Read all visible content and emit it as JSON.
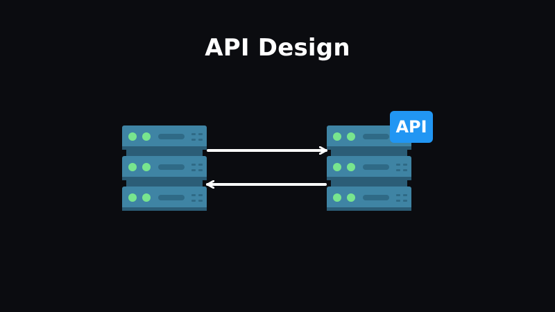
{
  "title": "API Design",
  "badge": {
    "label": "API"
  },
  "servers": [
    {
      "id": "client-server",
      "units": 3
    },
    {
      "id": "api-server",
      "units": 3
    }
  ],
  "arrows": [
    {
      "id": "request-arrow",
      "from": "client-server",
      "to": "api-server",
      "direction": "right"
    },
    {
      "id": "response-arrow",
      "from": "api-server",
      "to": "client-server",
      "direction": "left"
    }
  ],
  "colors": {
    "background": "#0b0c10",
    "server_body": "#3f84a4",
    "server_edge": "#2b5d77",
    "server_slot": "#2f6a86",
    "server_dot": "#78e58e",
    "arrow": "#ffffff",
    "badge": "#2196f3",
    "text": "#ffffff"
  }
}
